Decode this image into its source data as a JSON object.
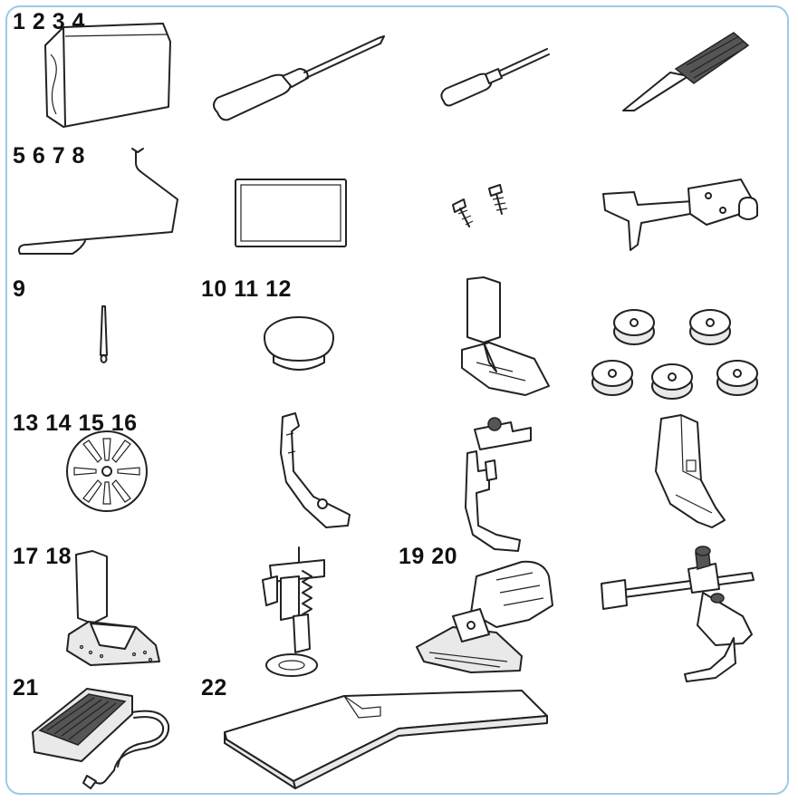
{
  "accent_color": "#9ccbe6",
  "labels": {
    "row1": "1 2 3 4",
    "row2": "5 6 7 8",
    "row3a": "9",
    "row3b": "10 11 12",
    "row4": "13 14 15 16",
    "row5a": "17 18",
    "row5b": "19 20",
    "row6a": "21",
    "row6b": "22"
  },
  "icons": [
    "dust-cover-icon",
    "large-screwdriver-icon",
    "small-screwdriver-icon",
    "seam-ripper-icon",
    "thread-guide-wire-icon",
    "felt-pad-icon",
    "screws-icon",
    "edge-guide-attachment-icon",
    "needle-icon",
    "spool-cap-icon",
    "presser-foot-icon",
    "bobbins-icon",
    "bobbin-winder-disc-icon",
    "zipper-foot-icon",
    "adjustable-zipper-foot-icon",
    "narrow-hemmer-foot-icon",
    "teflon-foot-icon",
    "darning-foot-icon",
    "walking-foot-icon",
    "seam-guide-icon",
    "foot-controller-icon",
    "extension-table-icon"
  ]
}
